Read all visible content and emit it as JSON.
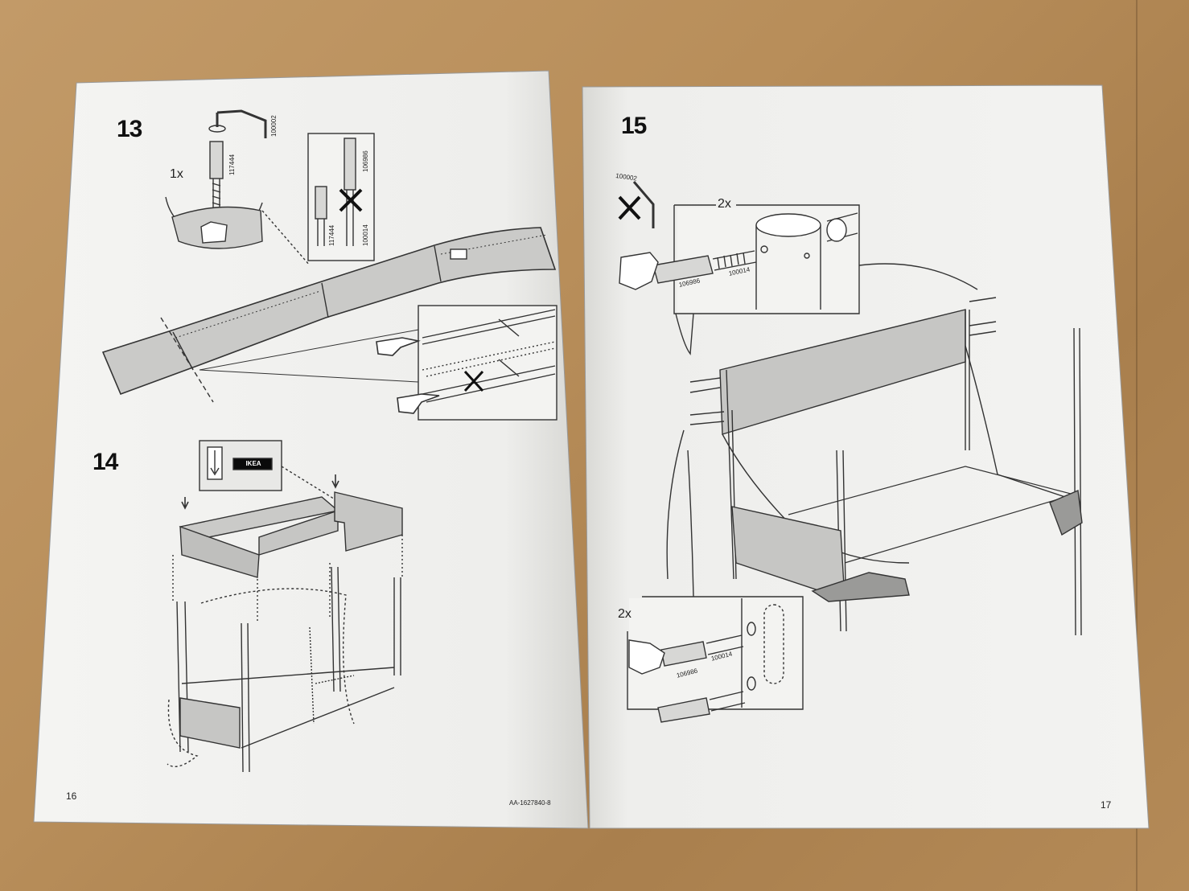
{
  "left_page": {
    "page_number": "16",
    "doc_code": "AA-1627840-8",
    "step13": {
      "number": "13",
      "qty": "1x",
      "part_tool": "100002",
      "part_bolt": "117444",
      "compare_left": "117444",
      "compare_right_top": "106986",
      "compare_right_bottom": "100014"
    },
    "step14": {
      "number": "14",
      "label_brand": "IKEA"
    }
  },
  "right_page": {
    "page_number": "17",
    "step15": {
      "number": "15",
      "part_tool": "100002",
      "qty_top": "2x",
      "part_a_top": "106986",
      "part_b_top": "100014",
      "qty_bottom": "2x",
      "part_a_bottom": "106986",
      "part_b_bottom": "100014"
    }
  }
}
